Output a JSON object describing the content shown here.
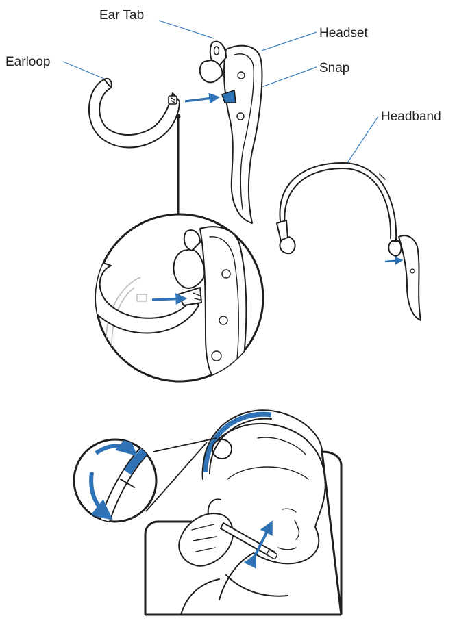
{
  "labels": {
    "ear_tab": "Ear Tab",
    "headset": "Headset",
    "snap": "Snap",
    "earloop": "Earloop",
    "headband": "Headband"
  },
  "colors": {
    "accent_blue": "#2f73b6",
    "leader_blue": "#3f7fbf",
    "ink": "#1e1e1e"
  },
  "icons": [
    "earloop-icon",
    "headset-icon",
    "headband-icon",
    "magnifier-circle-icon",
    "person-wearing-headset-icon",
    "adjust-arrow-icon"
  ]
}
